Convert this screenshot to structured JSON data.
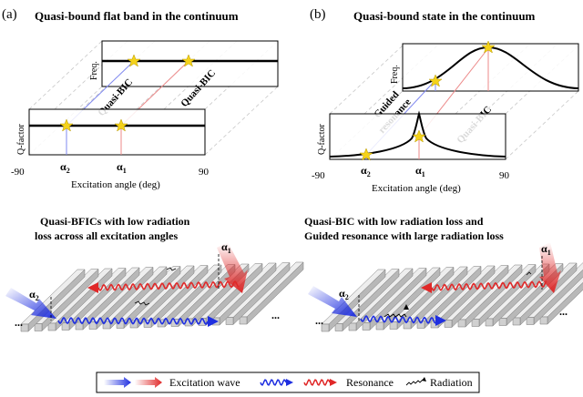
{
  "panel_a": {
    "label": "(a)",
    "title": "Quasi-bound flat band in the continuum",
    "freq_label": "Freq.",
    "qfactor_label": "Q-factor",
    "bic_left": "Quasi-BIC",
    "bic_right": "Quasi-BIC",
    "x_min": "-90",
    "x_max": "90",
    "alpha2": "α",
    "alpha2_sub": "2",
    "alpha1": "α",
    "alpha1_sub": "1",
    "xlabel": "Excitation angle (deg)"
  },
  "panel_b": {
    "label": "(b)",
    "title": "Quasi-bound state in the continuum",
    "freq_label": "Freq.",
    "qfactor_label": "Q-factor",
    "guided_line1": "Guided",
    "guided_line2": "resonance",
    "bic": "Quasi-BIC",
    "x_min": "-90",
    "x_max": "90",
    "alpha2": "α",
    "alpha2_sub": "2",
    "alpha1": "α",
    "alpha1_sub": "1",
    "xlabel": "Excitation angle (deg)"
  },
  "bottom_left": {
    "caption_line1": "Quasi-BFICs with low radiation",
    "caption_line2": "loss across all excitation angles",
    "alpha1": "α",
    "alpha1_sub": "1",
    "alpha2": "α",
    "alpha2_sub": "2",
    "ellipsis": "..."
  },
  "bottom_right": {
    "caption_line1": "Quasi-BIC with low radiation loss and",
    "caption_line2": "Guided resonance with large radiation loss",
    "alpha1": "α",
    "alpha1_sub": "1",
    "alpha2": "α",
    "alpha2_sub": "2",
    "ellipsis": "..."
  },
  "legend": {
    "excitation": "Excitation wave",
    "resonance": "Resonance",
    "radiation": "Radiation"
  },
  "colors": {
    "blue": "#1f2fe0",
    "red": "#e02828",
    "star": "#f4d21a",
    "grating_top": "#eeeeee",
    "grating_side": "#b8b8b8"
  }
}
